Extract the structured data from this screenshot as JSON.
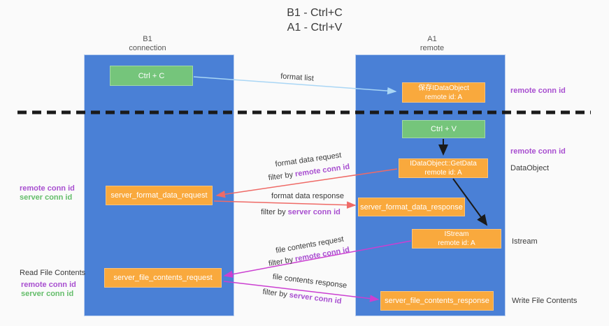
{
  "title": {
    "line1": "B1 - Ctrl+C",
    "line2": "A1 - Ctrl+V"
  },
  "colors": {
    "column_blue": "#4a80d6",
    "box_green": "#75c57b",
    "box_orange": "#f9a93d",
    "conn_id_purple": "#a84fd0",
    "conn_id_green": "#64bd6a",
    "arrow_lightblue": "#a9d6f5",
    "arrow_salmon": "#ef6a66",
    "arrow_magenta": "#cb3fd1",
    "arrow_black": "#1a1a1a"
  },
  "lifelines": {
    "b1": {
      "name": "B1",
      "role": "connection"
    },
    "a1": {
      "name": "A1",
      "role": "remote"
    }
  },
  "boxes": {
    "ctrl_c": {
      "label": "Ctrl + C"
    },
    "ctrl_v": {
      "label": "Ctrl + V"
    },
    "save_dataobject": {
      "line1": "保存IDataObject",
      "line2": "remote id: A"
    },
    "getdata": {
      "line1": "IDataObject::GetData",
      "line2": "remote id: A"
    },
    "istream": {
      "line1": "IStream",
      "line2": "remote id: A"
    },
    "format_request": {
      "label": "server_format_data_request"
    },
    "format_response": {
      "label": "server_format_data_response"
    },
    "file_request": {
      "label": "server_file_contents_request"
    },
    "file_response": {
      "label": "server_file_contents_response"
    }
  },
  "arrow_labels": {
    "format_list": "format list",
    "format_data_request": "format data request",
    "format_data_response": "format data response",
    "file_contents_request": "file contents request",
    "file_contents_response": "file contents response",
    "filter_by": "filter by",
    "remote_conn_id": "remote conn id",
    "server_conn_id": "server conn id"
  },
  "side_labels": {
    "right_top_remote_conn_id": "remote conn id",
    "right_mid_remote_conn_id": "remote conn id",
    "dataobject": "DataObject",
    "istream": "Istream",
    "write_file_contents": "Write File Contents",
    "read_file_contents": "Read File Contents",
    "left_remote_conn_id_1": "remote conn id",
    "left_server_conn_id_1": "server conn id",
    "left_remote_conn_id_2": "remote conn id",
    "left_server_conn_id_2": "server conn id"
  }
}
